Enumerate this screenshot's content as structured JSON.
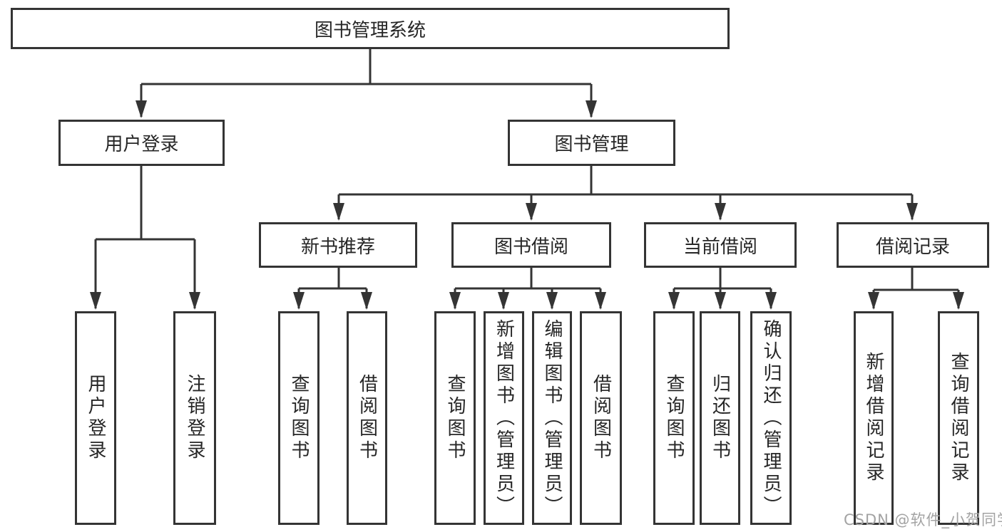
{
  "diagram": {
    "root": {
      "label": "图书管理系统"
    },
    "level2": [
      {
        "label": "用户登录"
      },
      {
        "label": "图书管理"
      }
    ],
    "level3": [
      {
        "label": "新书推荐"
      },
      {
        "label": "图书借阅"
      },
      {
        "label": "当前借阅"
      },
      {
        "label": "借阅记录"
      }
    ],
    "leaves": {
      "user_login": [
        "用户登录",
        "注销登录"
      ],
      "new_books": [
        "查询图书",
        "借阅图书"
      ],
      "book_borrow": [
        "查询图书",
        "新增图书（管理员）",
        "编辑图书（管理员）",
        "借阅图书"
      ],
      "current_borrow": [
        "查询图书",
        "归还图书",
        "确认归还（管理员）"
      ],
      "borrow_records": [
        "新增借阅记录",
        "查询借阅记录"
      ]
    }
  },
  "watermark": {
    "text": "CSDN @软件_小贺同学"
  },
  "icons": {
    "arrow": "arrow-down-icon"
  },
  "colors": {
    "line": "#343434",
    "text": "#262626",
    "watermark": "#a3a3a3",
    "background": "#ffffff"
  }
}
